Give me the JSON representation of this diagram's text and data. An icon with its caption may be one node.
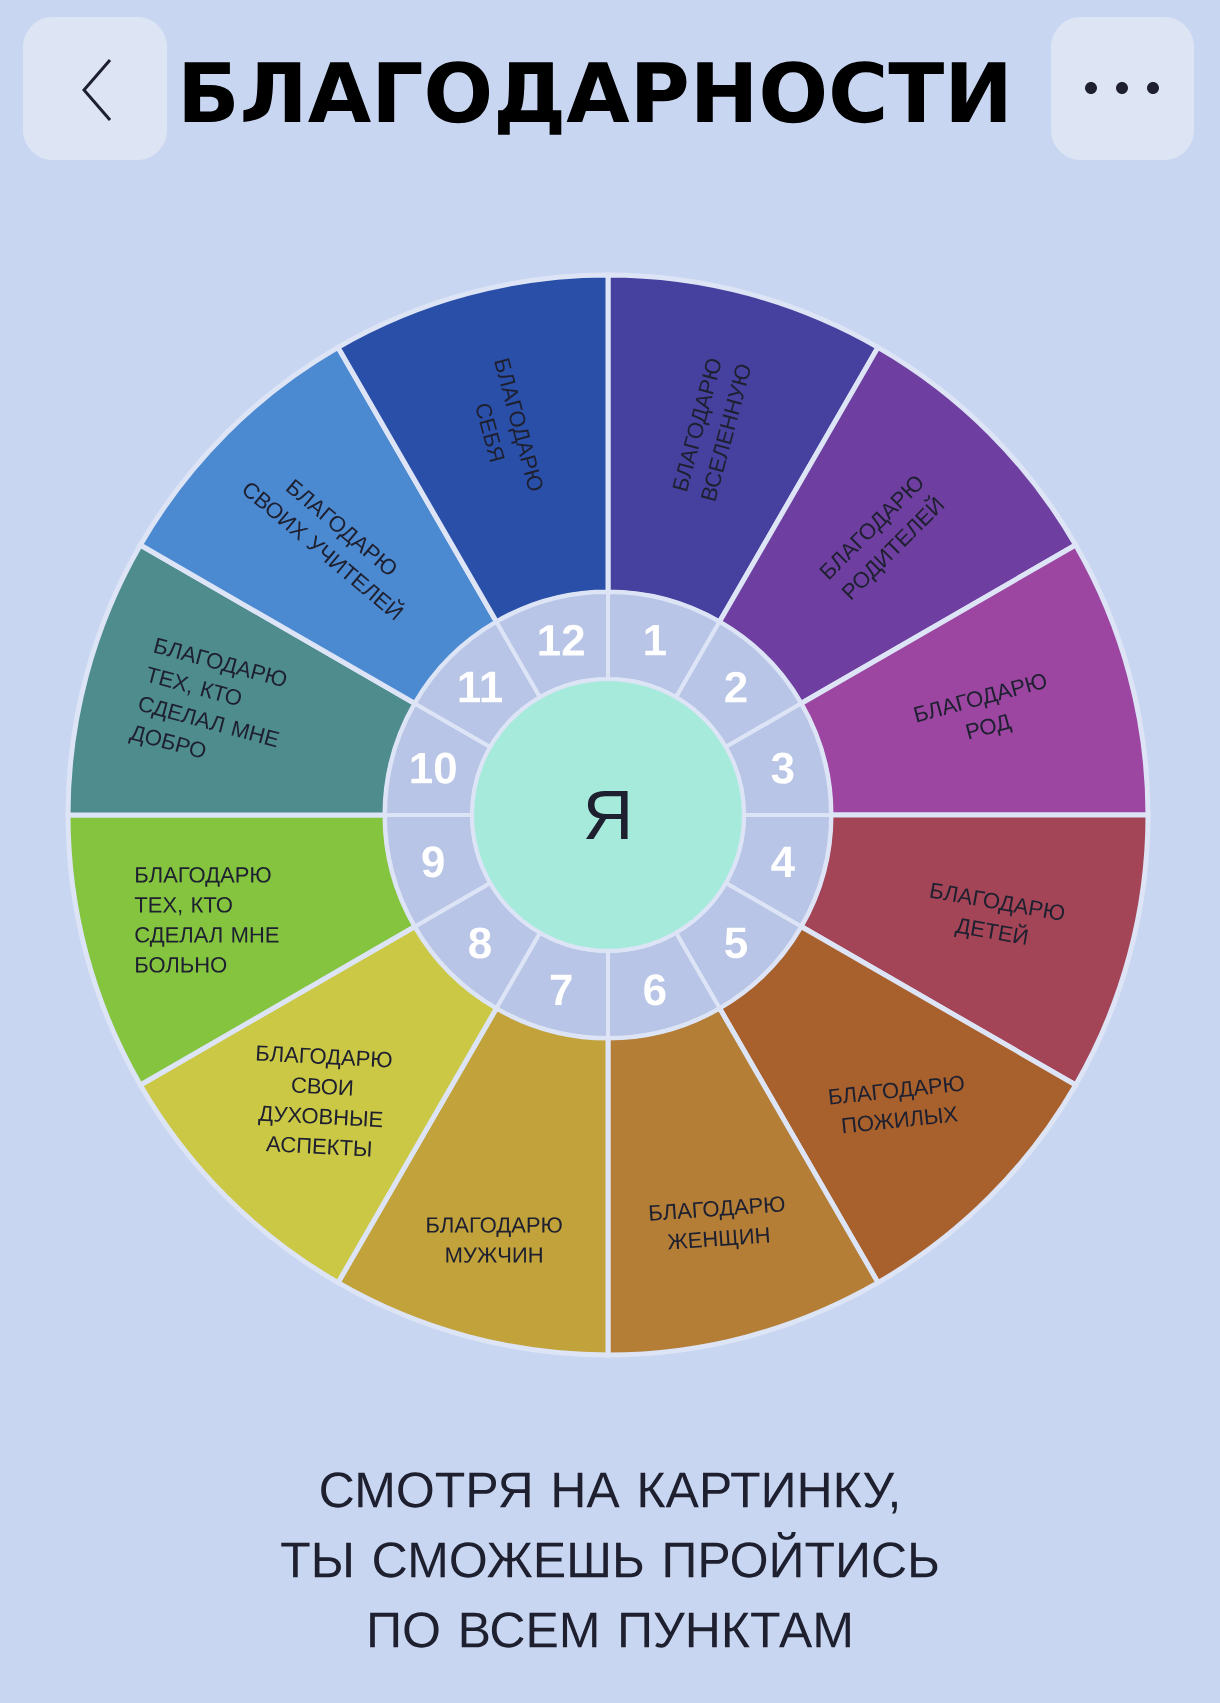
{
  "diagram": {
    "title": "БЛАГОДАРНОСТИ",
    "nodes": [
      {
        "text": [
          "БЛАГОДАРЮ ВСЕЛЕННУЮ"
        ],
        "beside": [
          "1"
        ]
      },
      {
        "text": [
          "БЛАГОДАРЮ РОДИТЕЛЕЙ"
        ],
        "beside": [
          "2"
        ]
      },
      {
        "text": [
          "БЛАГОДАРЮ РОД"
        ],
        "beside": [
          "3"
        ]
      },
      {
        "text": [
          "БЛАГОДАРЮ ДЕТЕЙ"
        ],
        "beside": [
          "4"
        ]
      },
      {
        "text": [
          "БЛАГОДАРЮ ПОЖИЛЫХ"
        ],
        "beside": [
          "5"
        ]
      },
      {
        "text": [
          "БЛАГОДАРЮ ЖЕНЩИН"
        ],
        "beside": [
          "6"
        ]
      },
      {
        "text": [
          "БЛАГОДАРЮ МУЖЧИН"
        ],
        "beside": [
          "7"
        ]
      },
      {
        "text": [
          "БЛАГОДАРЮ СВОИ ДУХОВНЫЕ АСПЕКТЫ"
        ],
        "beside": [
          "8"
        ]
      },
      {
        "text": [
          "БЛАГОДАРЮ ТЕХ, КТО СДЕЛАЛ МНЕ БОЛЬНО"
        ],
        "beside": [
          "9"
        ]
      },
      {
        "text": [
          "БЛАГОДАРЮ ТЕХ, КТО СДЕЛАЛ МНЕ ДОБРО"
        ],
        "beside": [
          "10"
        ]
      },
      {
        "text": [
          "БЛАГОДАРЮ СВОИХ УЧИТЕЛЕЙ"
        ],
        "beside": [
          "11"
        ]
      },
      {
        "text": [
          "БЛАГОДАРЮ СЕБЯ"
        ],
        "beside": [
          "12"
        ]
      },
      {
        "text": [
          "Я"
        ]
      }
    ],
    "caption": "СМОТРЯ НА КАРТИНКУ, ТЫ СМОЖЕШЬ ПРОЙТИСЬ ПО ВСЕМ ПУНКТАМ"
  }
}
